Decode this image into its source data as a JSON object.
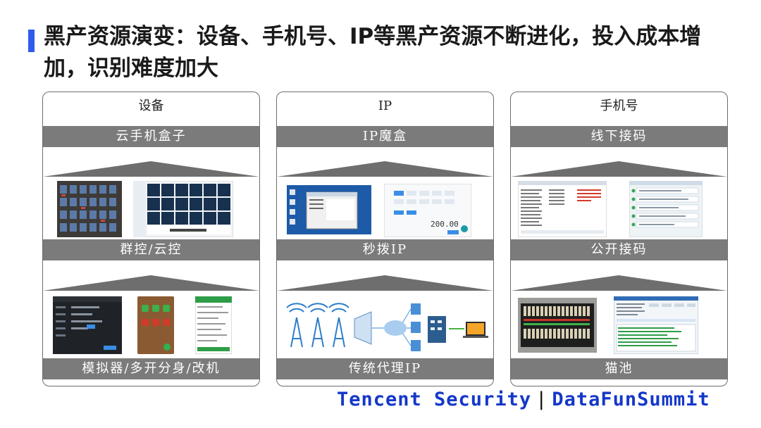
{
  "title": "黑产资源演变：设备、手机号、IP等黑产资源不断进化，投入成本增加，识别难度加大",
  "columns": [
    {
      "header": "设备",
      "levels": [
        "云手机盒子",
        "群控/云控",
        "模拟器/多开分身/改机"
      ]
    },
    {
      "header": "IP",
      "levels": [
        "IP魔盒",
        "秒拨IP",
        "传统代理IP"
      ]
    },
    {
      "header": "手机号",
      "levels": [
        "线下接码",
        "公开接码",
        "猫池"
      ]
    }
  ],
  "screens": {
    "amount_display": "200.00"
  },
  "brand": {
    "left": "Tencent Security",
    "separator": "|",
    "right": "DataFunSummit"
  },
  "colors": {
    "accent": "#2f5bea",
    "band": "#7b7b7b",
    "brand_text": "#1438c9"
  }
}
